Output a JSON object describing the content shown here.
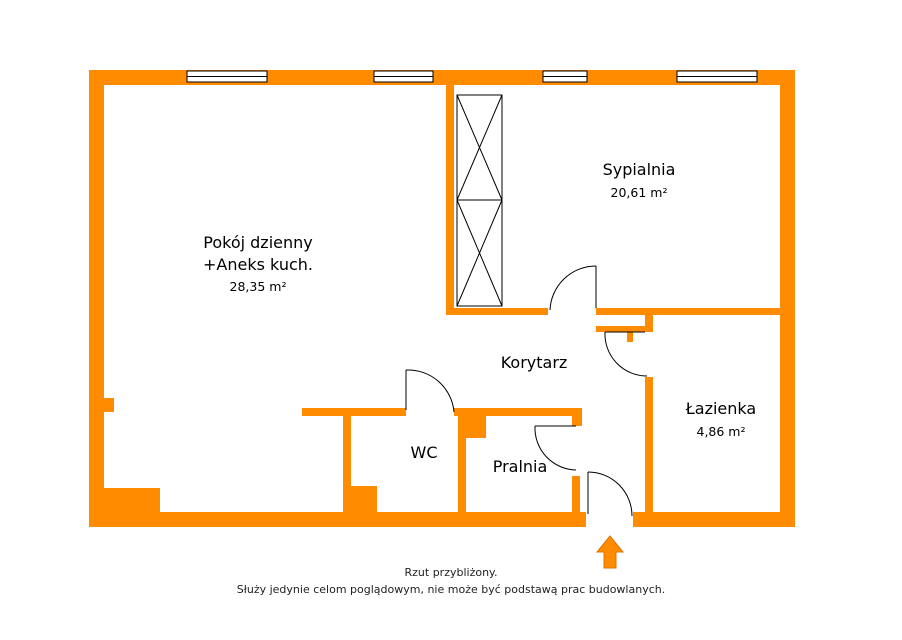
{
  "rooms": {
    "living": {
      "name_line1": "Pokój dzienny",
      "name_line2": "+Aneks kuch.",
      "area": "28,35 m²"
    },
    "bedroom": {
      "name": "Sypialnia",
      "area": "20,61 m²"
    },
    "corridor": {
      "name": "Korytarz"
    },
    "bathroom": {
      "name": "Łazienka",
      "area": "4,86 m²"
    },
    "wc": {
      "name": "WC"
    },
    "laundry": {
      "name": "Pralnia"
    }
  },
  "disclaimer": {
    "line1": "Rzut przybliżony.",
    "line2": "Służy jedynie celom poglądowym, nie może być podstawą prac budowlanych."
  },
  "colors": {
    "wall": "#FF8C00",
    "line": "#000000",
    "background": "#FFFFFF"
  },
  "icons": {
    "entrance": "entrance-arrow-icon"
  }
}
